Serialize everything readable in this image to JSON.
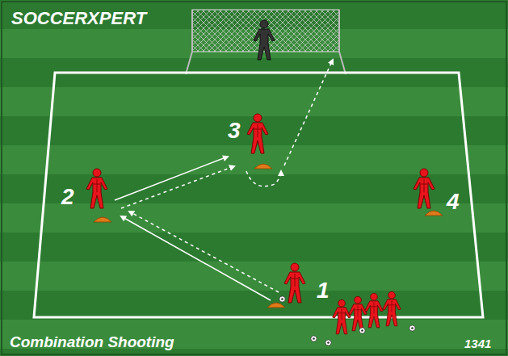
{
  "diagram": {
    "caption": "Combination Shooting",
    "labels": [
      "SOCCERXPERT",
      "1",
      "2",
      "3",
      "4",
      "1341"
    ]
  }
}
